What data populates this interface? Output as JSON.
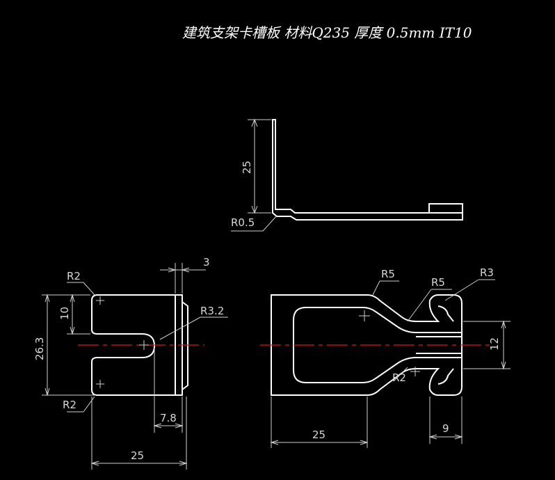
{
  "title": "建筑支架卡槽板   材料Q235  厚度 0.5mm  IT10",
  "colors": {
    "background": "#000000",
    "outline": "#ffffff",
    "dimension": "#cfcfcf",
    "centerline": "#e01818"
  },
  "side_view": {
    "height_dim": "25",
    "bend_radius": "R0.5"
  },
  "left_view": {
    "radius_top": "R2",
    "radius_bottom": "R2",
    "slot_radius": "R3.2",
    "flange_dim": "3",
    "inner_height_dim": "10",
    "overall_height_dim": "26.3",
    "slot_depth_dim": "7.8",
    "width_dim": "25"
  },
  "right_view": {
    "radius_r5_outer": "R5",
    "radius_r5_inner": "R5",
    "radius_r3": "R3",
    "radius_r2": "R2",
    "slot_width_dim": "12",
    "body_length_dim": "25",
    "hook_dim": "9"
  }
}
